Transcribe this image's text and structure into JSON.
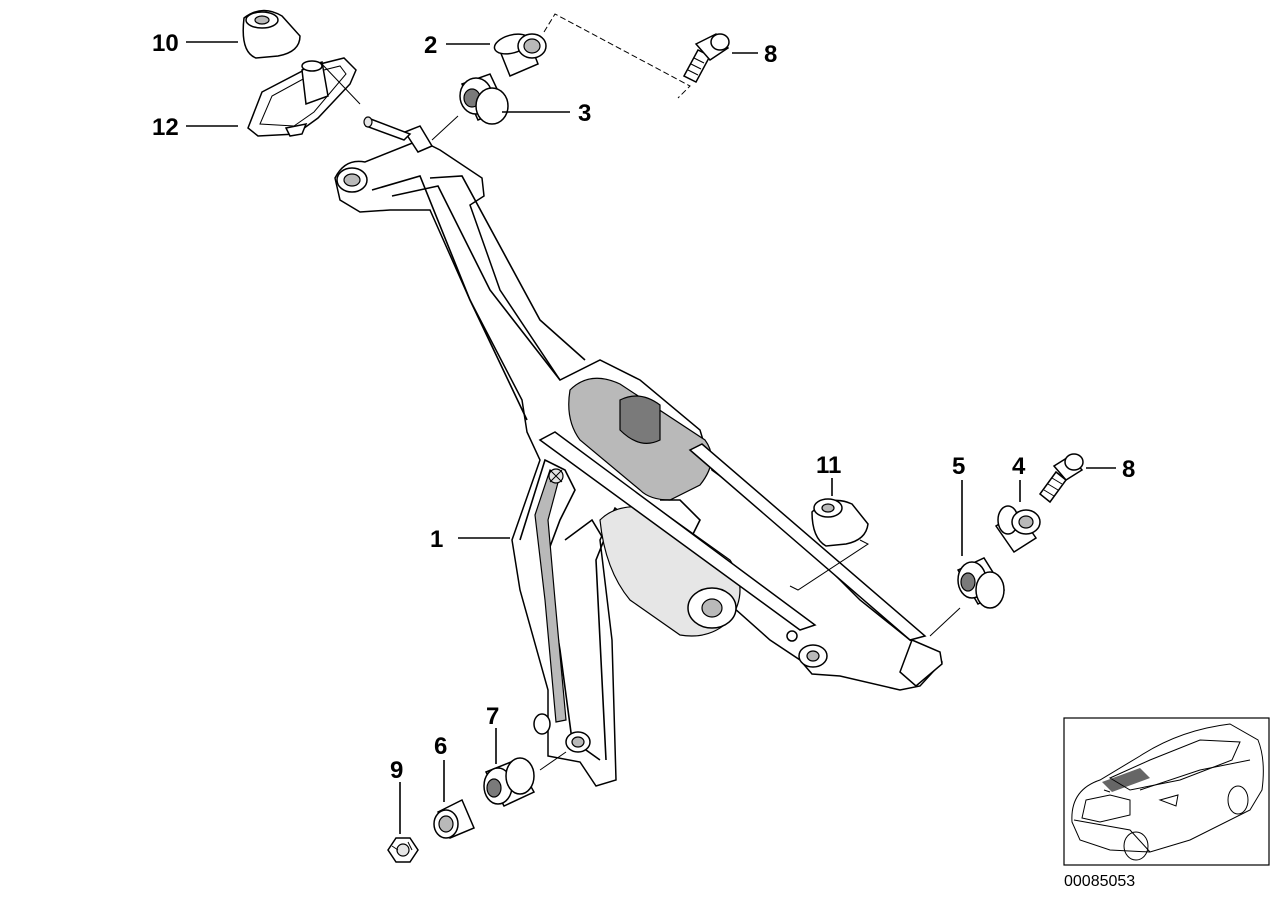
{
  "callouts": [
    {
      "id": "c1",
      "label": "1"
    },
    {
      "id": "c2",
      "label": "2"
    },
    {
      "id": "c3",
      "label": "3"
    },
    {
      "id": "c4",
      "label": "4"
    },
    {
      "id": "c5",
      "label": "5"
    },
    {
      "id": "c6",
      "label": "6"
    },
    {
      "id": "c7",
      "label": "7"
    },
    {
      "id": "c8a",
      "label": "8"
    },
    {
      "id": "c8b",
      "label": "8"
    },
    {
      "id": "c9",
      "label": "9"
    },
    {
      "id": "c10",
      "label": "10"
    },
    {
      "id": "c11",
      "label": "11"
    },
    {
      "id": "c12",
      "label": "12"
    }
  ],
  "document_number": "00085053"
}
